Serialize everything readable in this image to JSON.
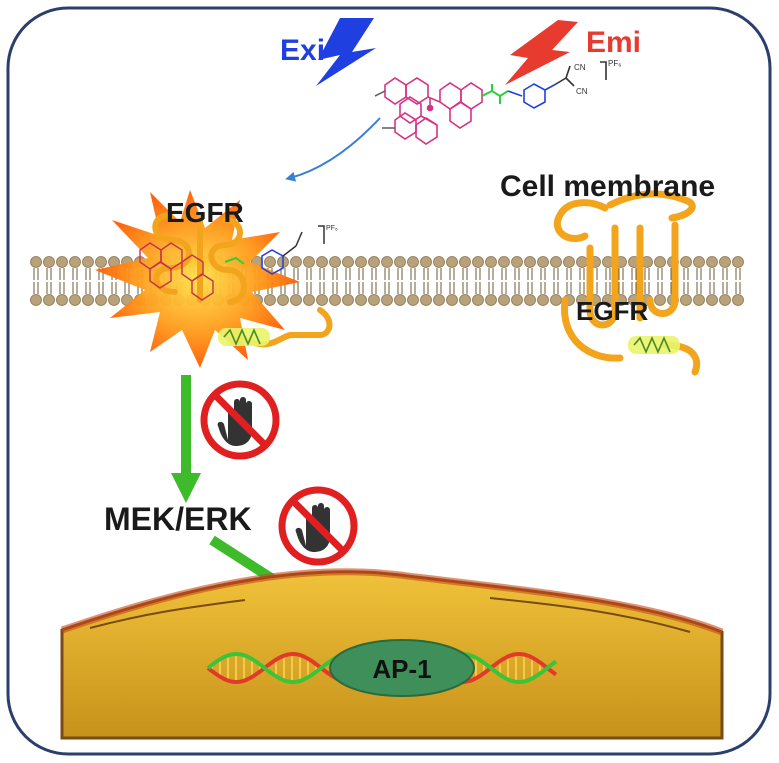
{
  "labels": {
    "excitation": "Exi",
    "emission": "Emi",
    "egfr_bound": "EGFR",
    "egfr_free": "EGFR",
    "cell_membrane": "Cell membrane",
    "mek_erk": "MEK/ERK",
    "ap1": "AP-1"
  },
  "molecule": {
    "counterion": "PF₆",
    "groups": [
      "CN",
      "CN"
    ]
  },
  "colors": {
    "excitation": "#1f3fe0",
    "emission": "#e63b2e",
    "complex": "#d63384",
    "linker": "#2fcf3a",
    "egfr_protein": "#f2a51c",
    "membrane_head": "#b9a27a",
    "activation_burst": "#ff7a00",
    "pathway_arrow": "#3dbb2a",
    "inhibit_sign": "#e02020",
    "nucleus_fill": "#e6b21c",
    "ap1_fill": "#3f8f5a",
    "dna_strand_a": "#e23a2a",
    "dna_strand_b": "#39c43a",
    "frame_border": "#2b3f6b"
  },
  "icons": [
    "lightning-icon",
    "no-entry-hand-icon"
  ]
}
